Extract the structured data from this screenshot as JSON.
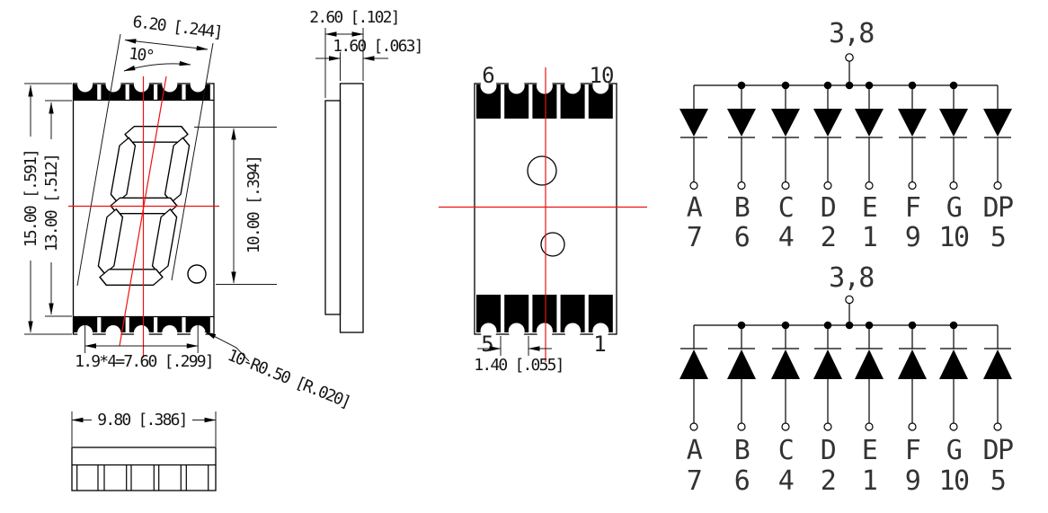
{
  "front": {
    "dim_width_top": "6.20 [.244]",
    "dim_tilt_angle": "10°",
    "dim_height_outer": "15.00 [.591]",
    "dim_height_inner": "13.00 [.512]",
    "dim_digit_height": "10.00 [.394]",
    "dim_pad_pitch": "1.9*4=7.60 [.299]",
    "note_pad_radius": "10-R0.50 [R.020]"
  },
  "side": {
    "dim_overall_thickness": "2.60 [.102]",
    "dim_body_thickness": "1.60 [.063]"
  },
  "back": {
    "pin_top_left": "6",
    "pin_top_right": "10",
    "pin_bottom_left": "5",
    "pin_bottom_right": "1",
    "dim_pad": "1.40 [.055]"
  },
  "bottom": {
    "dim_width": "9.80 [.386]"
  },
  "circuit_top": {
    "common_pin": "3,8",
    "segments": [
      "A",
      "B",
      "C",
      "D",
      "E",
      "F",
      "G",
      "DP"
    ],
    "pins": [
      "7",
      "6",
      "4",
      "2",
      "1",
      "9",
      "10",
      "5"
    ]
  },
  "circuit_bottom": {
    "common_pin": "3,8",
    "segments": [
      "A",
      "B",
      "C",
      "D",
      "E",
      "F",
      "G",
      "DP"
    ],
    "pins": [
      "7",
      "6",
      "4",
      "2",
      "1",
      "9",
      "10",
      "5"
    ]
  },
  "colors": {
    "line": "#000000",
    "centerline": "#ee1111",
    "dim_text": "#151515"
  }
}
